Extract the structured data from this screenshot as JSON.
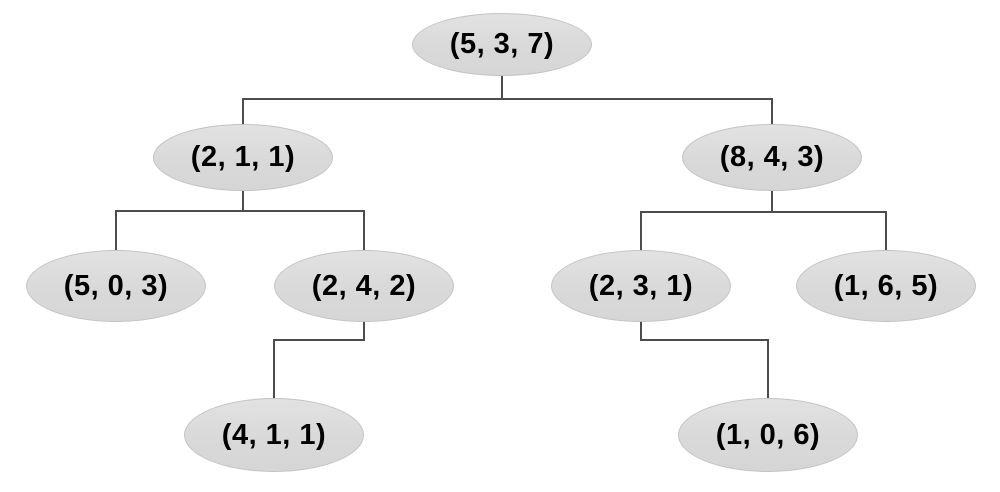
{
  "diagram": {
    "type": "tree",
    "style": {
      "node_fill": "#d9d9d9",
      "node_border": "#c3c3c3",
      "line_color": "#4d4d4d",
      "text_color": "#000000"
    },
    "nodes": [
      {
        "id": "root",
        "label": "(5, 3, 7)",
        "level": 1
      },
      {
        "id": "n-211",
        "label": "(2, 1, 1)",
        "level": 2,
        "parent": "(5, 3, 7)"
      },
      {
        "id": "n-843",
        "label": "(8, 4, 3)",
        "level": 2,
        "parent": "(5, 3, 7)"
      },
      {
        "id": "n-503",
        "label": "(5, 0, 3)",
        "level": 3,
        "parent": "(2, 1, 1)"
      },
      {
        "id": "n-242",
        "label": "(2, 4, 2)",
        "level": 3,
        "parent": "(2, 1, 1)"
      },
      {
        "id": "n-231",
        "label": "(2, 3, 1)",
        "level": 3,
        "parent": "(8, 4, 3)"
      },
      {
        "id": "n-165",
        "label": "(1, 6, 5)",
        "level": 3,
        "parent": "(8, 4, 3)"
      },
      {
        "id": "n-411",
        "label": "(4, 1, 1)",
        "level": 4,
        "parent": "(2, 4, 2)"
      },
      {
        "id": "n-106",
        "label": "(1, 0, 6)",
        "level": 4,
        "parent": "(2, 3, 1)"
      }
    ],
    "edges": [
      [
        "(5, 3, 7)",
        "(2, 1, 1)"
      ],
      [
        "(5, 3, 7)",
        "(8, 4, 3)"
      ],
      [
        "(2, 1, 1)",
        "(5, 0, 3)"
      ],
      [
        "(2, 1, 1)",
        "(2, 4, 2)"
      ],
      [
        "(8, 4, 3)",
        "(2, 3, 1)"
      ],
      [
        "(8, 4, 3)",
        "(1, 6, 5)"
      ],
      [
        "(2, 4, 2)",
        "(4, 1, 1)"
      ],
      [
        "(2, 3, 1)",
        "(1, 0, 6)"
      ]
    ]
  }
}
